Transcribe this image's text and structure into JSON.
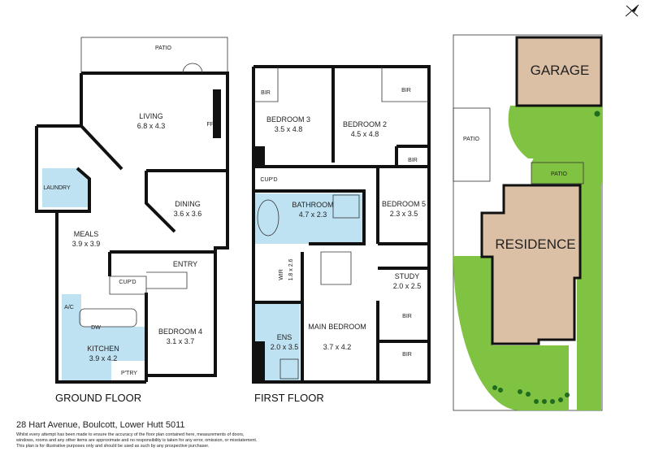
{
  "address": "28 Hart Avenue, Boulcott, Lower Hutt 5011",
  "disclaimer": [
    "Whilst every attempt has been made to ensure the accuracy of the floor plan contained here, measurements of doors,",
    "windows, rooms and any other items are approximate and no responsibility is taken for any error, omission, or misstatement.",
    "This plan is for illustrative purposes only and should be used as such by any prospective purchaser."
  ],
  "colors": {
    "wet_area": "#bfe2f2",
    "lawn": "#80c241",
    "building": "#dcc0a6",
    "wall": "#111111"
  },
  "ground_floor": {
    "title": "GROUND FLOOR",
    "rooms": [
      {
        "name": "PATIO",
        "size": ""
      },
      {
        "name": "LIVING",
        "size": "6.8 x 4.3"
      },
      {
        "name": "FP",
        "size": ""
      },
      {
        "name": "LAUNDRY",
        "size": ""
      },
      {
        "name": "DINING",
        "size": "3.6 x 3.6"
      },
      {
        "name": "MEALS",
        "size": "3.9 x 3.9"
      },
      {
        "name": "ENTRY",
        "size": ""
      },
      {
        "name": "CUP'D",
        "size": ""
      },
      {
        "name": "A/C",
        "size": ""
      },
      {
        "name": "DW",
        "size": ""
      },
      {
        "name": "KITCHEN",
        "size": "3.9 x 4.2"
      },
      {
        "name": "P'TRY",
        "size": ""
      },
      {
        "name": "BEDROOM 4",
        "size": "3.1 x 3.7"
      }
    ]
  },
  "first_floor": {
    "title": "FIRST FLOOR",
    "rooms": [
      {
        "name": "BIR",
        "size": ""
      },
      {
        "name": "BEDROOM 3",
        "size": "3.5 x 4.8"
      },
      {
        "name": "BEDROOM 2",
        "size": "4.5 x 4.8"
      },
      {
        "name": "BIR",
        "size": ""
      },
      {
        "name": "BIR",
        "size": ""
      },
      {
        "name": "CUP'D",
        "size": ""
      },
      {
        "name": "BATHROOM",
        "size": "4.7 x 2.3"
      },
      {
        "name": "BEDROOM 5",
        "size": "2.3 x 3.5"
      },
      {
        "name": "WIR",
        "size": "1.8 x 2.6"
      },
      {
        "name": "STUDY",
        "size": "2.0 x 2.5"
      },
      {
        "name": "MAIN BEDROOM",
        "size": "3.7 x 4.2"
      },
      {
        "name": "ENS",
        "size": "2.0 x 3.5"
      },
      {
        "name": "BIR",
        "size": ""
      },
      {
        "name": "BIR",
        "size": ""
      }
    ]
  },
  "site_plan": {
    "garage": "GARAGE",
    "residence": "RESIDENCE",
    "patio_1": "PATIO",
    "patio_2": "PATIO"
  },
  "compass_icon": "north-arrow"
}
